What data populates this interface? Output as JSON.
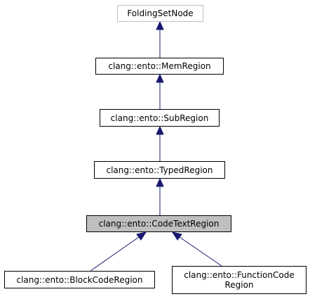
{
  "diagram": {
    "nodes": {
      "folding_set_node": {
        "label": "FoldingSetNode"
      },
      "mem_region": {
        "label": "clang::ento::MemRegion"
      },
      "sub_region": {
        "label": "clang::ento::SubRegion"
      },
      "typed_region": {
        "label": "clang::ento::TypedRegion"
      },
      "code_text_region": {
        "label": "clang::ento::CodeTextRegion"
      },
      "block_code_region": {
        "label": "clang::ento::BlockCodeRegion"
      },
      "function_code_region": {
        "label": "clang::ento::FunctionCode\nRegion"
      }
    },
    "colors": {
      "edge": "#191970",
      "current_node_fill": "#bfbfbf",
      "external_node_border": "#bfbfbf"
    }
  }
}
